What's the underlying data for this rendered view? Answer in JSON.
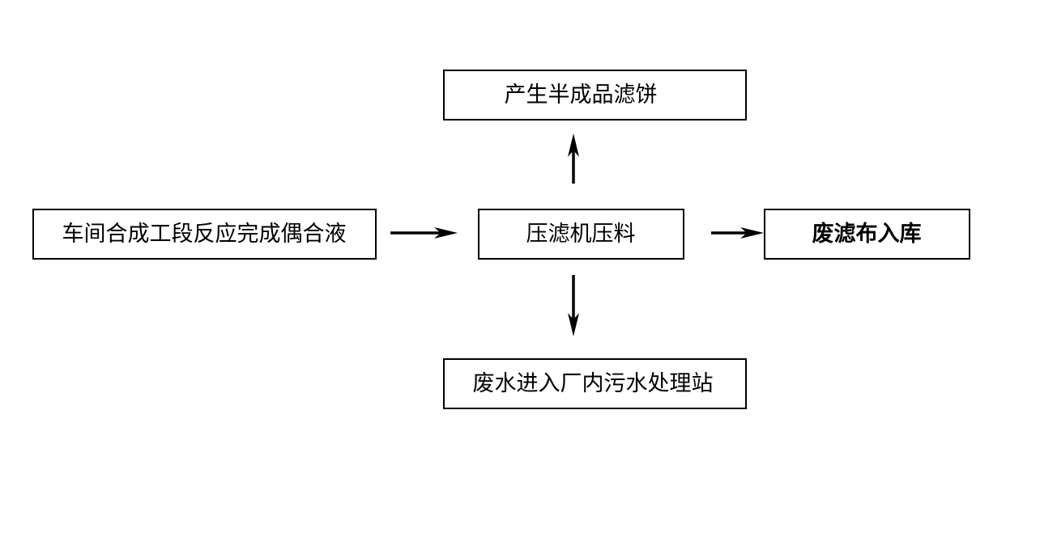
{
  "diagram": {
    "nodes": [
      {
        "id": "source",
        "label": "车间合成工段反应完成偶合液"
      },
      {
        "id": "press",
        "label": "压滤机压料"
      },
      {
        "id": "cake",
        "label": "产生半成品滤饼"
      },
      {
        "id": "cloth",
        "label": "废滤布入库"
      },
      {
        "id": "water",
        "label": "废水进入厂内污水处理站"
      }
    ],
    "edges": [
      {
        "from": "source",
        "to": "press"
      },
      {
        "from": "press",
        "to": "cake"
      },
      {
        "from": "press",
        "to": "cloth"
      },
      {
        "from": "press",
        "to": "water"
      }
    ],
    "colors": {
      "line": "#000000",
      "background": "#ffffff"
    }
  }
}
